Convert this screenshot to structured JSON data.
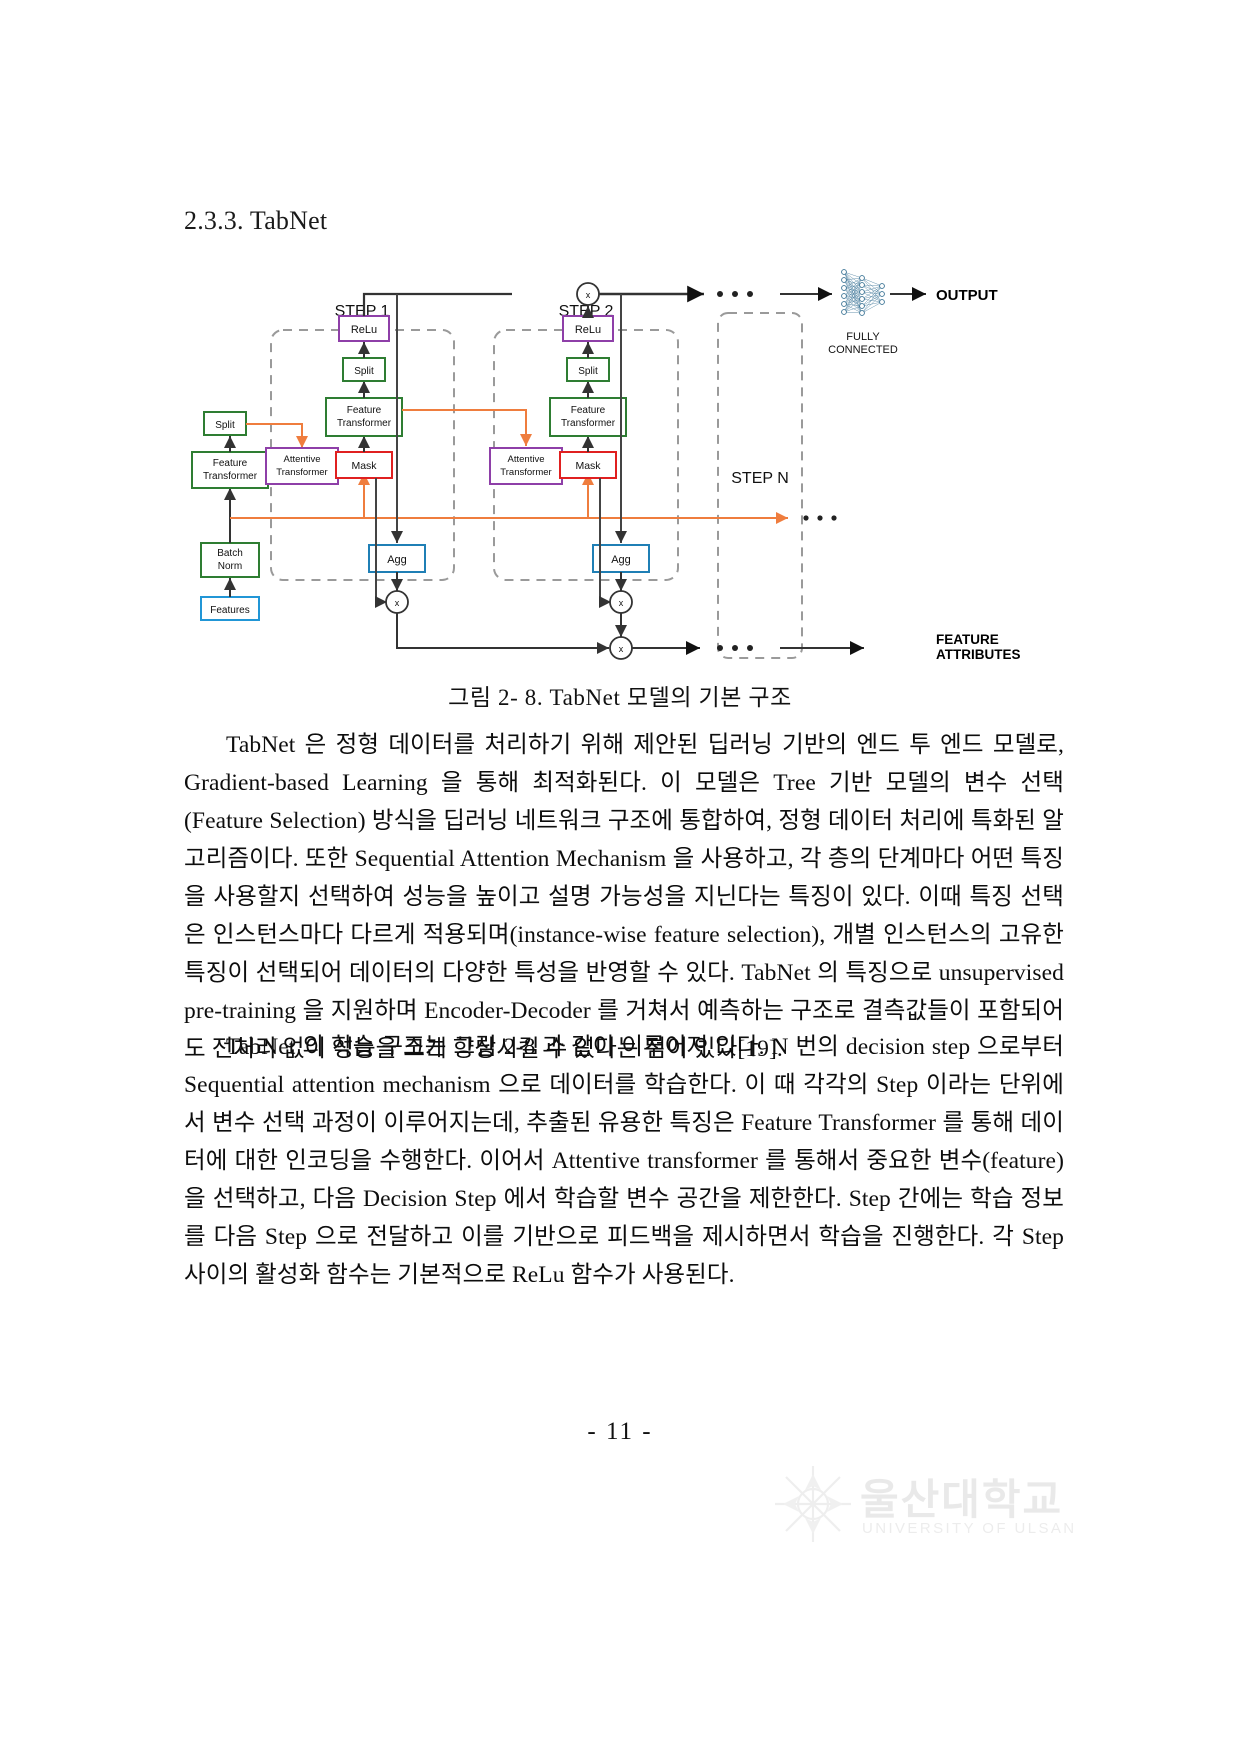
{
  "document": {
    "heading": "2.3.3. TabNet",
    "caption": "그림 2- 8. TabNet 모델의 기본 구조",
    "page_number": "- 11 -"
  },
  "figure": {
    "step_labels": {
      "step1": "STEP 1",
      "step2": "STEP 2",
      "stepN": "STEP N"
    },
    "blocks": {
      "features": "Features",
      "batch_norm_line1": "Batch",
      "batch_norm_line2": "Norm",
      "feature_transformer_line1": "Feature",
      "feature_transformer_line2": "Transformer",
      "split": "Split",
      "relu": "ReLu",
      "attentive_line1": "Attentive",
      "attentive_line2": "Transformer",
      "mask": "Mask",
      "agg": "Agg",
      "multiply": "x"
    },
    "outputs": {
      "fully_connected_line1": "FULLY",
      "fully_connected_line2": "CONNECTED",
      "output": "OUTPUT",
      "feature_attributes_line1": "FEATURE",
      "feature_attributes_line2": "ATTRIBUTES"
    },
    "colors": {
      "green": "#2e7d32",
      "purple": "#8e3fa8",
      "red": "#e02020",
      "blue": "#1f7fb5",
      "orange": "#ef7d3e",
      "dashed_gray": "#9a9a9a",
      "arrow_dark": "#333333",
      "fc_net": "#2d6a8e"
    }
  },
  "paragraphs": {
    "p1": "TabNet 은 정형 데이터를 처리하기 위해 제안된 딥러닝 기반의 엔드 투 엔드 모델로, Gradient-based Learning 을 통해 최적화된다. 이 모델은 Tree 기반 모델의 변수 선택(Feature Selection) 방식을 딥러닝 네트워크 구조에 통합하여, 정형 데이터 처리에 특화된 알고리즘이다. 또한 Sequential Attention Mechanism 을 사용하고, 각 층의 단계마다 어떤 특징을 사용할지 선택하여 성능을 높이고 설명 가능성을 지닌다는 특징이 있다. 이때 특징 선택은 인스턴스마다 다르게 적용되며(instance-wise feature selection), 개별 인스턴스의 고유한 특징이 선택되어 데이터의 다양한 특성을 반영할 수 있다. TabNet 의 특징으로 unsupervised pre-training 을 지원하며 Encoder-Decoder 를 거쳐서 예측하는 구조로 결측값들이 포함되어도 전처리 없이 성능을 크게 향상시킬 수 있다는 점이 있다[19].",
    "p2": "TabNet 의 학습 구조는 그림 2-8 과 같이 이루어져 있다. N 번의 decision step 으로부터 Sequential attention mechanism 으로 데이터를 학습한다. 이 때 각각의 Step 이라는 단위에서 변수 선택 과정이 이루어지는데, 추출된 유용한 특징은 Feature Transformer 를 통해 데이터에 대한 인코딩을 수행한다. 이어서 Attentive transformer 를 통해서 중요한 변수(feature)을 선택하고, 다음 Decision Step 에서 학습할 변수 공간을 제한한다. Step 간에는 학습 정보를 다음 Step 으로 전달하고 이를 기반으로 피드백을 제시하면서 학습을 진행한다. 각 Step 사이의 활성화 함수는 기본적으로 ReLu 함수가 사용된다."
  },
  "watermark": {
    "name": "울산대학교",
    "subtitle": "UNIVERSITY OF ULSAN"
  }
}
